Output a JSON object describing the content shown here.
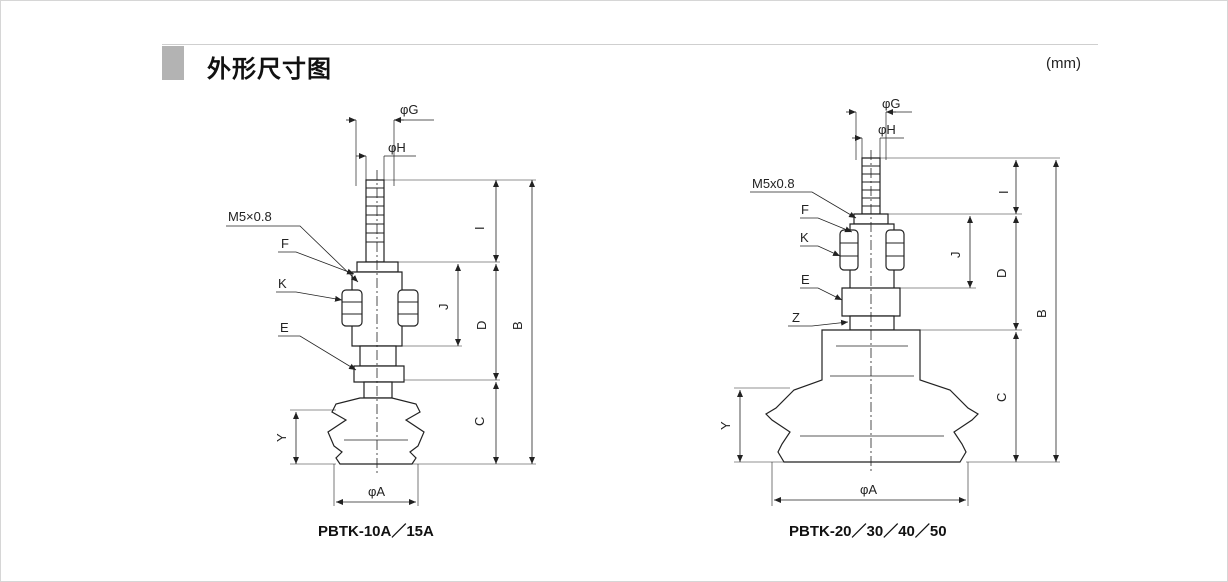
{
  "header": {
    "title": "外形尺寸图",
    "unit": "(mm)"
  },
  "left_drawing": {
    "caption": "PBTK-10A／15A",
    "labels": {
      "phiG": "φG",
      "phiH": "φH",
      "thread": "M5×0.8",
      "F": "F",
      "K": "K",
      "E": "E",
      "I": "I",
      "J": "J",
      "D": "D",
      "B": "B",
      "C": "C",
      "Y": "Y",
      "phiA": "φA"
    }
  },
  "right_drawing": {
    "caption": "PBTK-20／30／40／50",
    "labels": {
      "phiG": "φG",
      "phiH": "φH",
      "thread": "M5x0.8",
      "F": "F",
      "K": "K",
      "E": "E",
      "Z": "Z",
      "I": "I",
      "J": "J",
      "D": "D",
      "B": "B",
      "C": "C",
      "Y": "Y",
      "phiA": "φA"
    }
  }
}
